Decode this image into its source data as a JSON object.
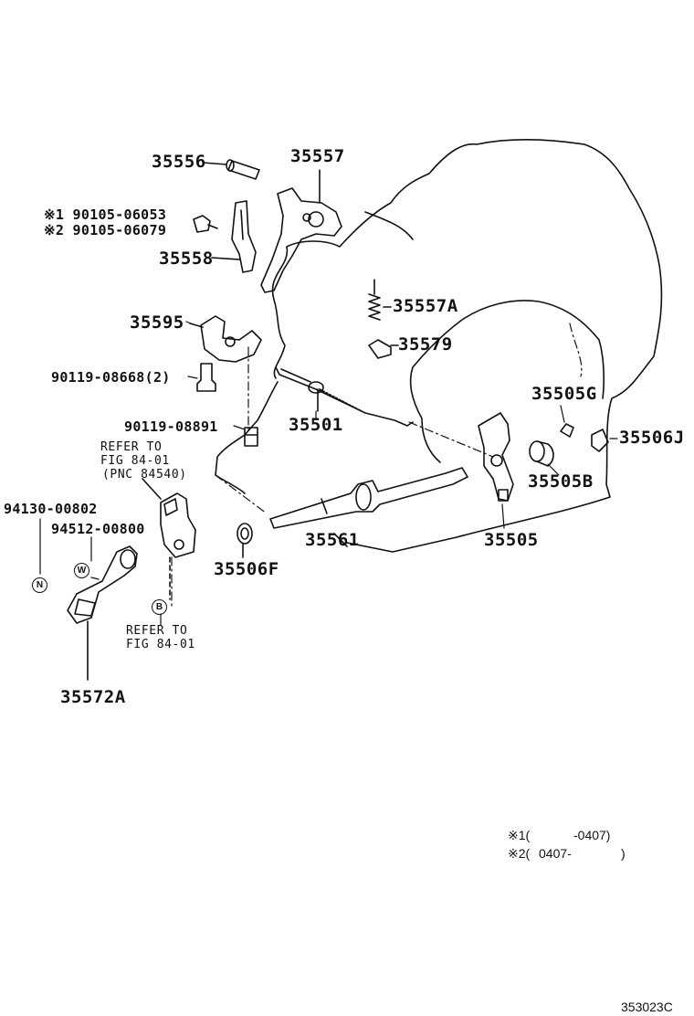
{
  "parts": {
    "p35556": "35556",
    "p35557": "35557",
    "bolt1": "※1 90105-06053",
    "bolt2": "※2 90105-06079",
    "p35558": "35558",
    "p35557A": "35557A",
    "p35595": "35595",
    "p35579": "35579",
    "p90119_08668": "90119-08668(2)",
    "p35505G": "35505G",
    "p90119_08891": "90119-08891",
    "p35501": "35501",
    "p35506J": "35506J",
    "p35505B": "35505B",
    "p94130": "94130-00802",
    "p94512": "94512-00800",
    "p35561": "35561",
    "p35505": "35505",
    "p35506F": "35506F",
    "p35572A": "35572A"
  },
  "refs": {
    "ref1_line1": "REFER TO",
    "ref1_line2": "FIG 84-01",
    "ref1_line3": "(PNC 84540)",
    "ref2_line1": "REFER TO",
    "ref2_line2": "FIG 84-01"
  },
  "markers": {
    "n": "N",
    "w": "W",
    "b": "B"
  },
  "notes": {
    "note1_mark": "※1(",
    "note1_val": "-0407)",
    "note2_mark": "※2(",
    "note2_val": "0407-",
    "note2_close": ")"
  },
  "figure_id": "353023C",
  "icons": [
    "transmission-housing",
    "shift-lever",
    "shift-rod",
    "spring",
    "bolt",
    "bracket",
    "neutral-switch",
    "seal",
    "shaft",
    "shift-arm"
  ]
}
